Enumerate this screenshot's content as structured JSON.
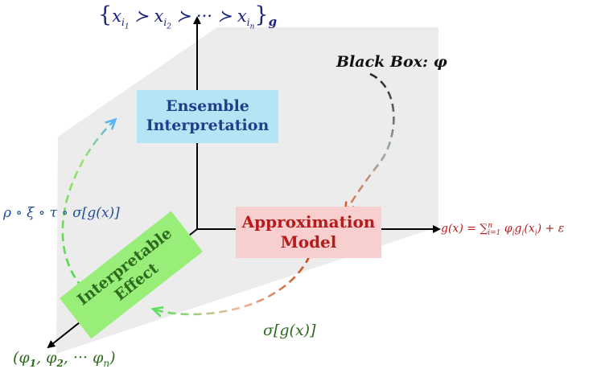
{
  "labels": {
    "top_axis": "{xi1 ≻ xi2 ≻ ··· ≻ xin}g",
    "black_box": "Black Box: φ",
    "composition": "ρ ∘ ξ ∘ τ ∘ σ[g(x)]",
    "right_axis": "g(x) = ∑ⁿᵢ₌₁ φᵢgᵢ(xᵢ) + ε",
    "sigma": "σ[g(x)]",
    "bottom_axis": "(φ1, φ2, ··· φn)"
  },
  "boxes": {
    "ensemble": {
      "line1": "Ensemble",
      "line2": "Interpretation"
    },
    "approx": {
      "line1": "Approximation",
      "line2": "Model"
    },
    "effect": {
      "line1": "Interpretable",
      "line2": "Effect"
    }
  },
  "colors": {
    "navy": "#1a237e",
    "dark_red": "#b71c1c",
    "dark_green": "#2e6b1f",
    "blue_text": "#1f4e9a",
    "ensemble_fill": "#b3e5f5",
    "approx_fill": "#f8cfcf",
    "effect_fill": "#99ee7a",
    "plane": "#ececec"
  }
}
